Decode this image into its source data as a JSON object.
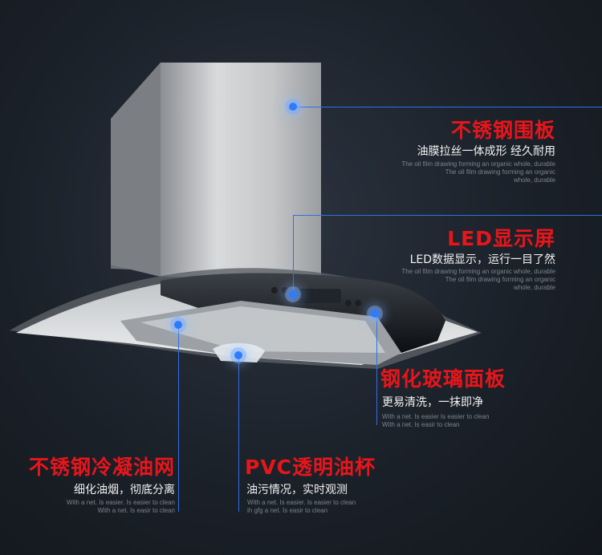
{
  "colors": {
    "accent_line": "#2f6fe6",
    "title": "#e8151b",
    "background": "#1b2129"
  },
  "callouts": [
    {
      "title": "不锈钢围板",
      "subtitle": "油膜拉丝一体成形  经久耐用",
      "en": [
        "The oil film drawing forming an organic whole, durable",
        "The oil film drawing forming an organic",
        "whole, durable"
      ]
    },
    {
      "title": "LED显示屏",
      "subtitle": "LED数据显示，运行一目了然",
      "en": [
        "The oil film drawing forming an organic whole, durable",
        "The oil film drawing forming an organic",
        "whole, durable"
      ]
    },
    {
      "title": "钢化玻璃面板",
      "subtitle": "更易清洗，一抹即净",
      "en": [
        "With a net. Is easier  Is easier to clean",
        "With a net. Is easir to clean"
      ]
    },
    {
      "title": "不锈钢冷凝油网",
      "subtitle": "细化油烟，彻底分离",
      "en": [
        "With a net. Is easier. Is easier to clean",
        "With a net. Is easir to clean"
      ]
    },
    {
      "title": "PVC透明油杯",
      "subtitle": "油污情况，实时观测",
      "en": [
        "With a net. Is easier. Is easier to clean",
        "ih gfg   a net. Is easir to clean"
      ]
    }
  ]
}
